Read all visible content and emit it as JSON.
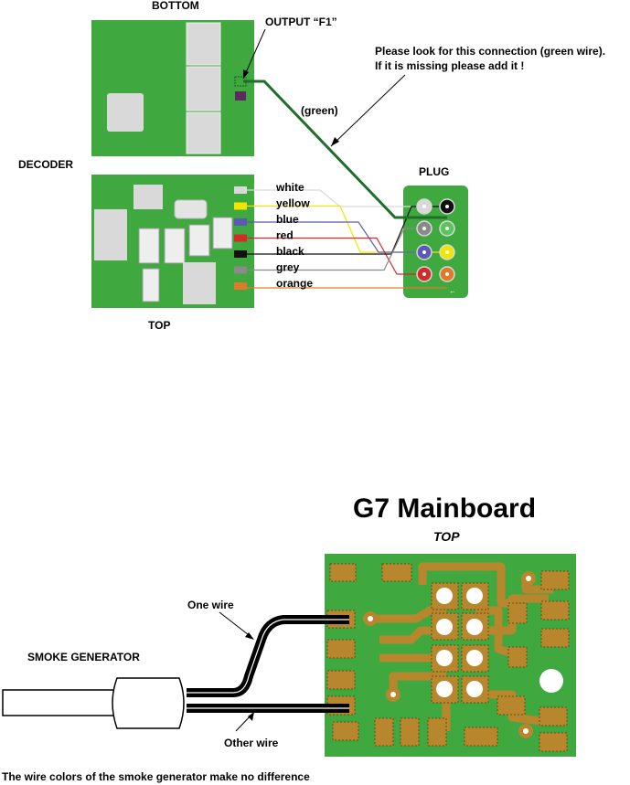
{
  "labels": {
    "bottom": "BOTTOM",
    "output_f1": "OUTPUT “F1”",
    "note_line1": "Please look for this connection (green wire).",
    "note_line2": "If it is missing please add it !",
    "green": "(green)",
    "decoder": "DECODER",
    "plug": "PLUG",
    "top": "TOP",
    "mainboard_title": "G7  Mainboard",
    "mainboard_top": "TOP",
    "smoke_generator": "SMOKE GENERATOR",
    "one_wire": "One wire",
    "other_wire": "Other wire",
    "footer_note": "The wire colors of the smoke generator make no difference"
  },
  "wires": [
    {
      "label": "white",
      "color": "#d9d9d9"
    },
    {
      "label": "yellow",
      "color": "#f2e600"
    },
    {
      "label": "blue",
      "color": "#5a5ab4"
    },
    {
      "label": "red",
      "color": "#d42a2a"
    },
    {
      "label": "black",
      "color": "#111111"
    },
    {
      "label": "grey",
      "color": "#8a8a8a"
    },
    {
      "label": "orange",
      "color": "#e07a2a"
    }
  ],
  "colors": {
    "pcb_green": "#3fa83f",
    "component_grey": "#d9d9d9",
    "copper": "#b8862c",
    "green_wire": "#1f6e2a"
  }
}
